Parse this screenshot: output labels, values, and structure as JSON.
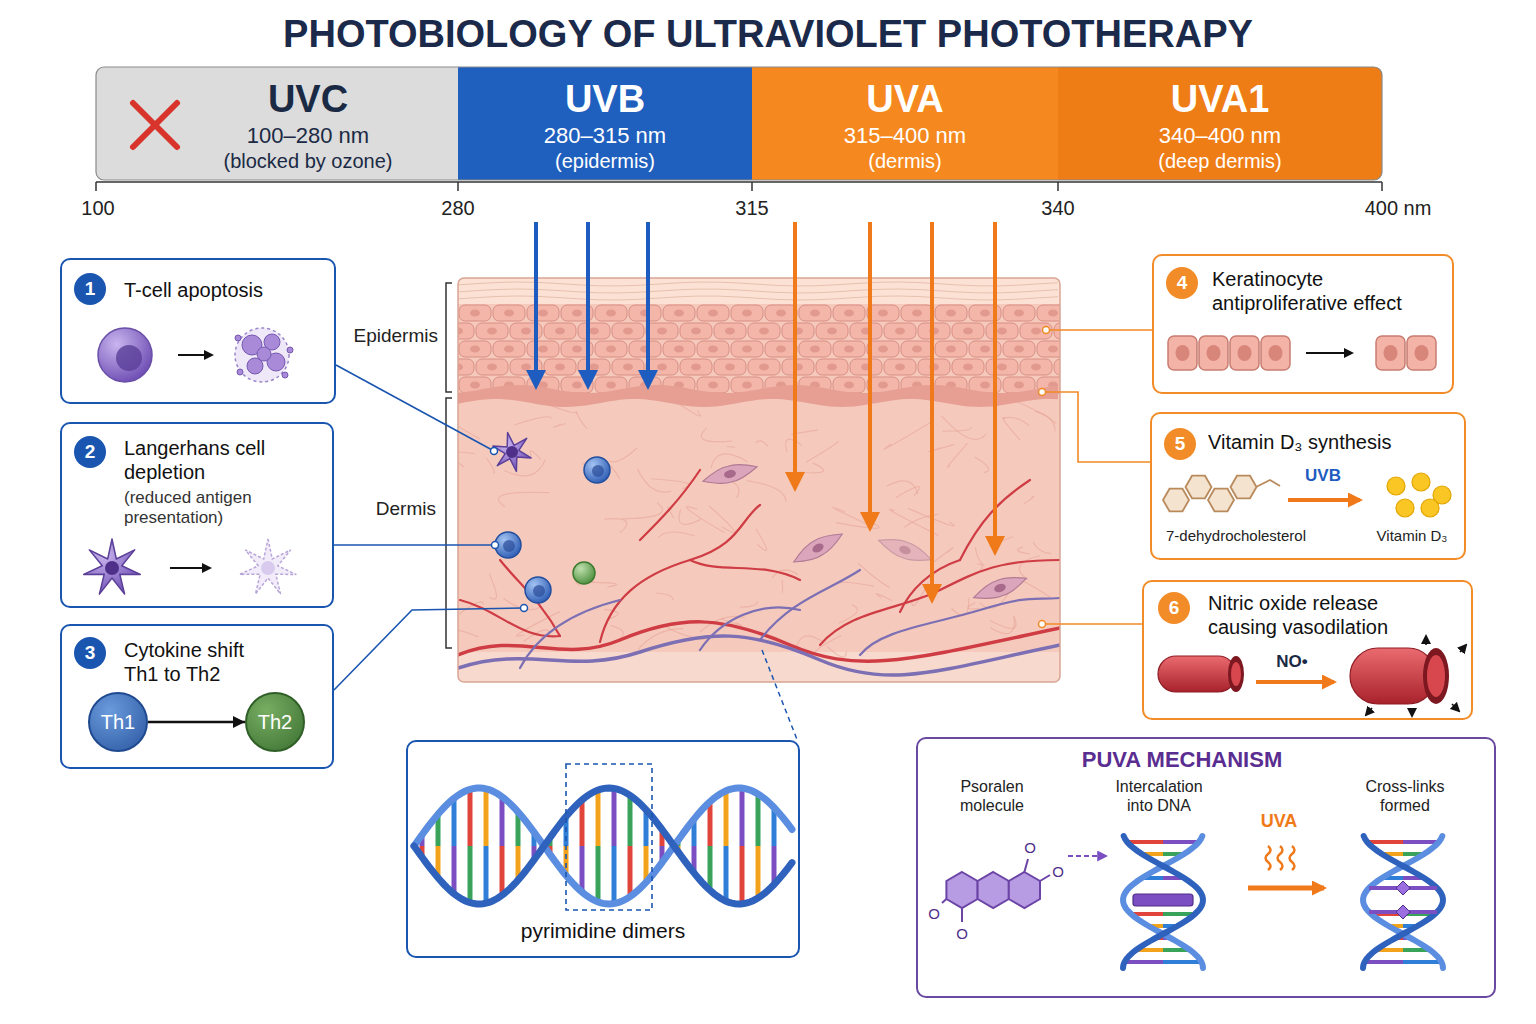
{
  "diagram": {
    "title": "PHOTOBIOLOGY OF ULTRAVIOLET PHOTOTHERAPY",
    "nodes": [
      {
        "text": [
          "UVC",
          "100–280 nm",
          "(blocked by ozone)"
        ]
      },
      {
        "text": [
          "UVB",
          "280–315 nm",
          "(epidermis)"
        ]
      },
      {
        "text": [
          "UVA",
          "315–400 nm",
          "(dermis)"
        ]
      },
      {
        "text": [
          "UVA1",
          "340–400 nm",
          "(deep dermis)"
        ]
      },
      {
        "text": [
          "T-cell apoptosis"
        ]
      },
      {
        "text": [
          "1"
        ],
        "in": 4
      },
      {
        "text": [
          "Langerhans cell depletion",
          "(reduced antigen presentation)"
        ]
      },
      {
        "text": [
          "2"
        ],
        "in": 6
      },
      {
        "text": [
          "Cytokine shift Th1 to Th2"
        ]
      },
      {
        "text": [
          "3"
        ],
        "in": 8
      },
      {
        "text": [
          "Th1"
        ],
        "in": 8
      },
      {
        "text": [
          "Th2"
        ],
        "in": 8
      },
      {
        "text": [
          "Keratinocyte antiproliferative effect"
        ]
      },
      {
        "text": [
          "4"
        ],
        "in": 12
      },
      {
        "text": [
          "Vitamin D₃ synthesis",
          "UVB",
          "7-dehydrocholesterol",
          "Vitamin D₃"
        ]
      },
      {
        "text": [
          "5"
        ],
        "in": 14
      },
      {
        "text": [
          "Nitric oxide release causing vasodilation",
          "NO•"
        ]
      },
      {
        "text": [
          "6"
        ],
        "in": 16
      },
      {
        "text": [
          "pyrimidine dimers"
        ]
      },
      {
        "text": [
          "PUVA MECHANISM",
          "Psoralen molecule",
          "Intercalation into DNA",
          "UVA",
          "Cross-links formed",
          "O",
          "O",
          "O",
          "O"
        ]
      }
    ],
    "edges": [
      {
        "from": 10,
        "to": 11,
        "arrow": "to"
      }
    ],
    "labels": [
      "100",
      "280",
      "315",
      "340",
      "400 nm",
      "Epidermis",
      "Dermis"
    ]
  }
}
